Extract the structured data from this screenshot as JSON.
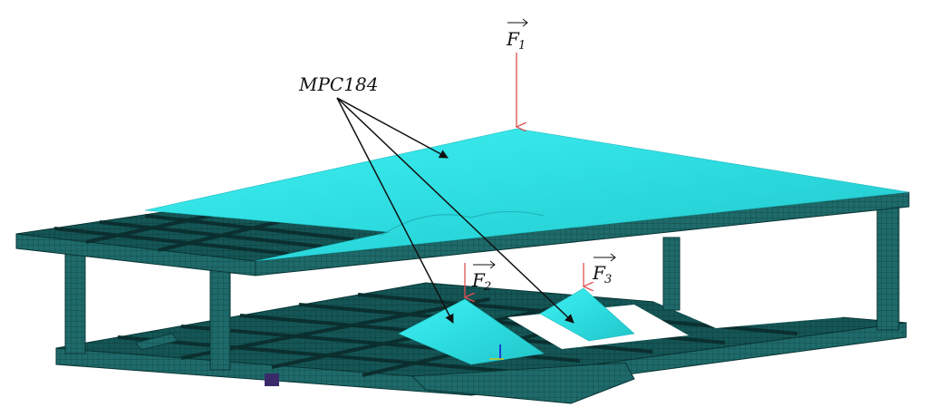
{
  "annotations": {
    "mpc_label": "MPC184",
    "forces": [
      {
        "letter": "F",
        "sub": "1"
      },
      {
        "letter": "F",
        "sub": "2"
      },
      {
        "letter": "F",
        "sub": "3"
      }
    ]
  },
  "colors": {
    "frame_teal": "#1e6464",
    "frame_dark": "#0d3a3a",
    "contact_cyan": "#2ee6e8",
    "force_arrow": "#e05050",
    "pointer_arrow": "#111111"
  }
}
